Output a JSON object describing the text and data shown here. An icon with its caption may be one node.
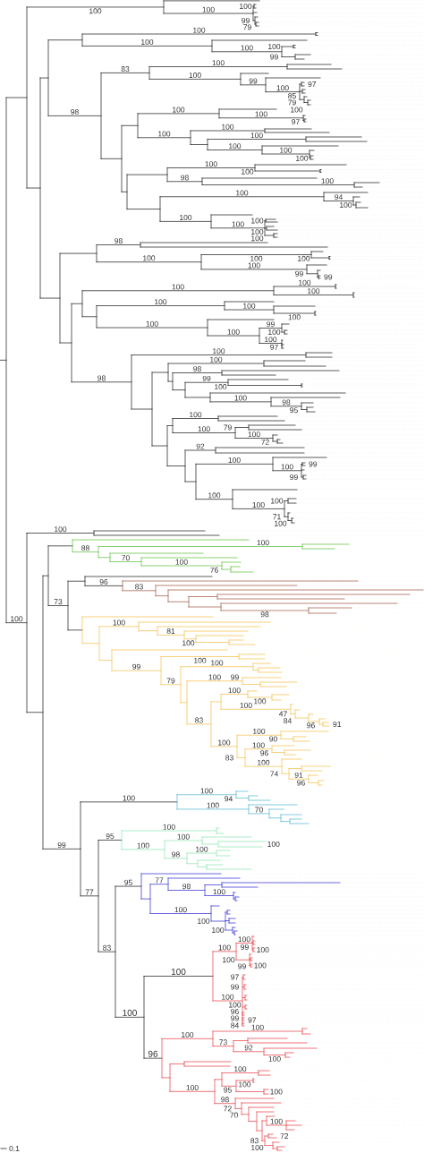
{
  "diagram": {
    "labels": [
      "100",
      "100",
      "100",
      "99",
      "100",
      "79",
      "100",
      "100",
      "100",
      "100",
      "99",
      "83",
      "100",
      "99",
      "100",
      "97",
      "85",
      "79",
      "98",
      "100",
      "100",
      "100",
      "100",
      "97",
      "100",
      "100",
      "100",
      "100",
      "100",
      "100",
      "98",
      "100",
      "100",
      "100",
      "94",
      "100",
      "100",
      "100",
      "100",
      "100",
      "98",
      "100",
      "100",
      "100",
      "100",
      "100",
      "99",
      "100",
      "99",
      "100",
      "100",
      "100",
      "100",
      "100",
      "100",
      "99",
      "100",
      "100",
      "100",
      "100",
      "97",
      "100",
      "98",
      "98",
      "99",
      "100",
      "100",
      "98",
      "100",
      "95",
      "100",
      "79",
      "100",
      "92",
      "72",
      "100",
      "100",
      "99",
      "99",
      "100",
      "100",
      "100",
      "71",
      "100",
      "100",
      "88",
      "100",
      "70",
      "100",
      "76",
      "96",
      "83",
      "73",
      "100",
      "98",
      "100",
      "81",
      "100",
      "99",
      "100",
      "100",
      "79",
      "100",
      "99",
      "100",
      "100",
      "100",
      "47",
      "83",
      "84",
      "96",
      "91",
      "100",
      "100",
      "100",
      "90",
      "83",
      "96",
      "100",
      "74",
      "91",
      "96",
      "100",
      "100",
      "94",
      "100",
      "70",
      "100",
      "95",
      "100",
      "99",
      "100",
      "100",
      "100",
      "98",
      "95",
      "77",
      "77",
      "98",
      "100",
      "100",
      "100",
      "100",
      "100",
      "83",
      "100",
      "99",
      "100",
      "100",
      "100",
      "99",
      "100",
      "97",
      "99",
      "100",
      "100",
      "100",
      "96",
      "99",
      "84",
      "97",
      "100",
      "100",
      "73",
      "96",
      "92",
      "100",
      "100",
      "100",
      "95",
      "100",
      "100",
      "98",
      "72",
      "70",
      "100",
      "83",
      "72",
      "0.1",
      "100"
    ]
  }
}
